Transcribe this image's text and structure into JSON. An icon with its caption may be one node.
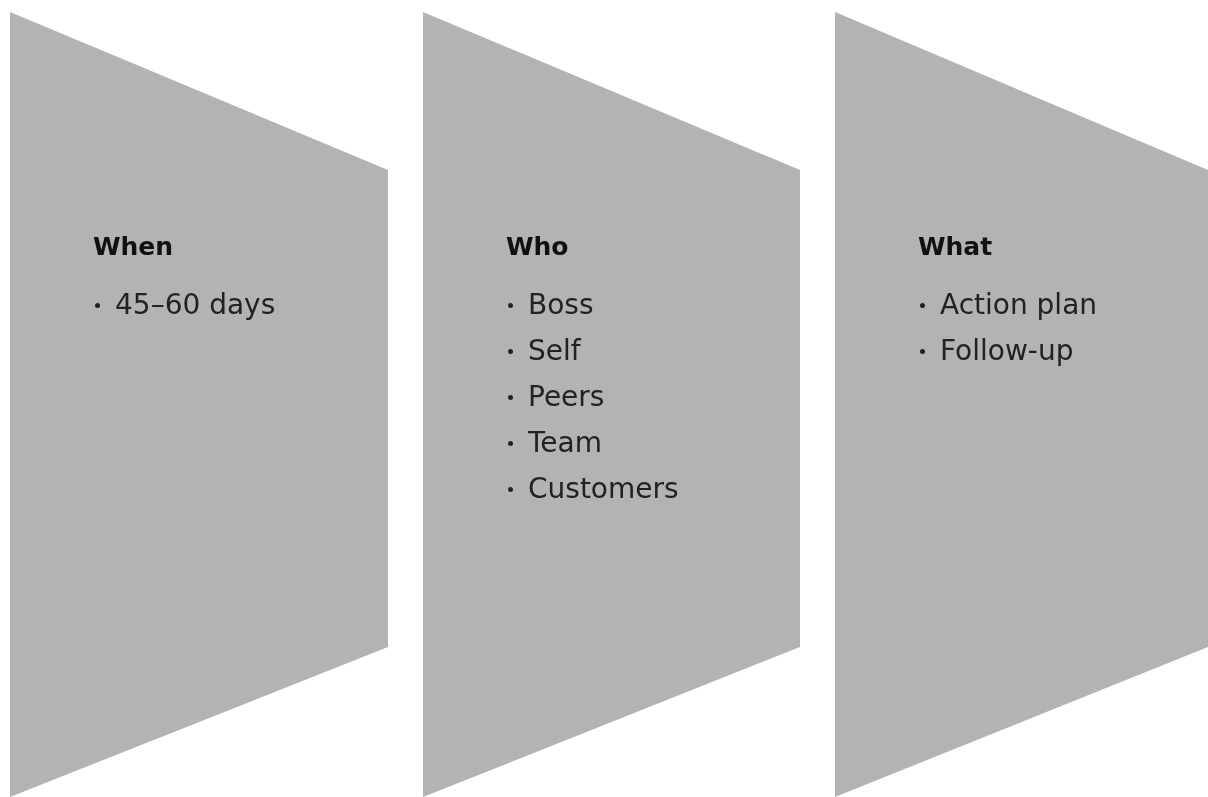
{
  "diagram": {
    "nodes": [
      {
        "text": [
          "When",
          "45–60 days"
        ]
      },
      {
        "text": [
          "Who",
          "Boss",
          "Self",
          "Peers",
          "Team",
          "Customers"
        ]
      },
      {
        "text": [
          "What",
          "Action plan",
          "Follow-up"
        ]
      }
    ]
  }
}
